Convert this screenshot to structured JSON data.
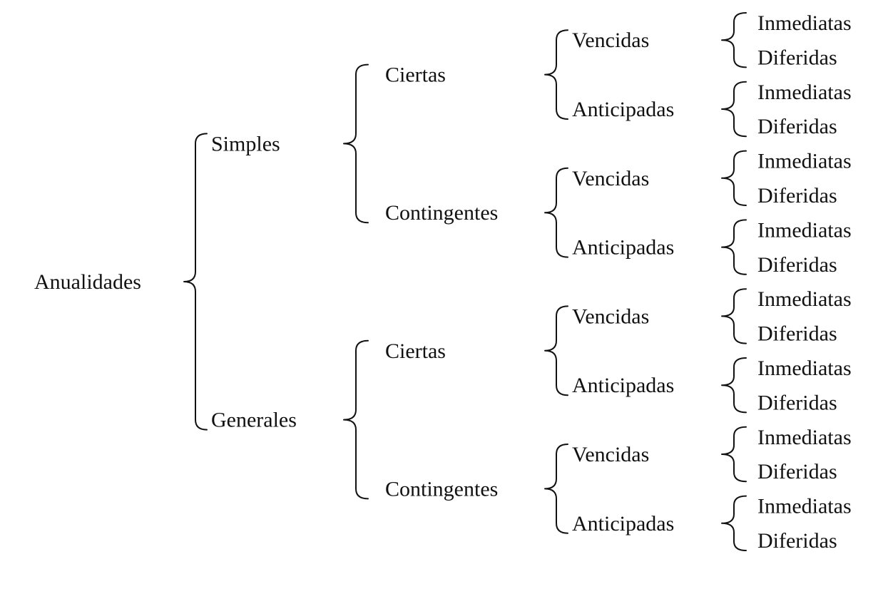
{
  "tree": {
    "label": "Anualidades",
    "children": [
      {
        "label": "Simples",
        "children": [
          {
            "label": "Ciertas",
            "children": [
              {
                "label": "Vencidas",
                "children": [
                  {
                    "label": "Inmediatas"
                  },
                  {
                    "label": "Diferidas"
                  }
                ]
              },
              {
                "label": "Anticipadas",
                "children": [
                  {
                    "label": "Inmediatas"
                  },
                  {
                    "label": "Diferidas"
                  }
                ]
              }
            ]
          },
          {
            "label": "Contingentes",
            "children": [
              {
                "label": "Vencidas",
                "children": [
                  {
                    "label": "Inmediatas"
                  },
                  {
                    "label": "Diferidas"
                  }
                ]
              },
              {
                "label": "Anticipadas",
                "children": [
                  {
                    "label": "Inmediatas"
                  },
                  {
                    "label": "Diferidas"
                  }
                ]
              }
            ]
          }
        ]
      },
      {
        "label": "Generales",
        "children": [
          {
            "label": "Ciertas",
            "children": [
              {
                "label": "Vencidas",
                "children": [
                  {
                    "label": "Inmediatas"
                  },
                  {
                    "label": "Diferidas"
                  }
                ]
              },
              {
                "label": "Anticipadas",
                "children": [
                  {
                    "label": "Inmediatas"
                  },
                  {
                    "label": "Diferidas"
                  }
                ]
              }
            ]
          },
          {
            "label": "Contingentes",
            "children": [
              {
                "label": "Vencidas",
                "children": [
                  {
                    "label": "Inmediatas"
                  },
                  {
                    "label": "Diferidas"
                  }
                ]
              },
              {
                "label": "Anticipadas",
                "children": [
                  {
                    "label": "Inmediatas"
                  },
                  {
                    "label": "Diferidas"
                  }
                ]
              }
            ]
          }
        ]
      }
    ]
  }
}
